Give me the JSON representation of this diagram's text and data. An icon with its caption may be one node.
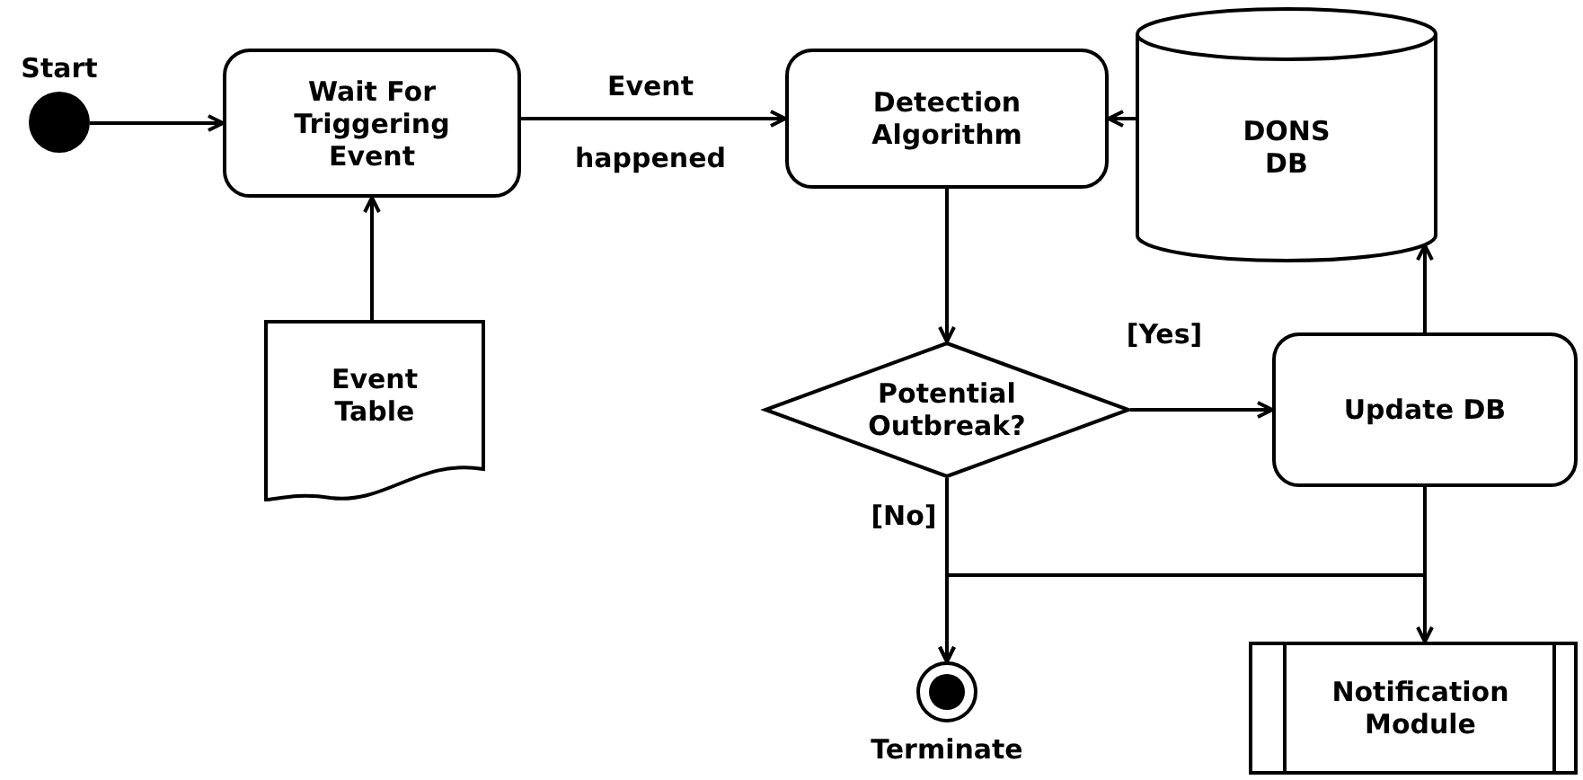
{
  "diagram": {
    "nodes": [
      {
        "text": [],
        "shape": "circle",
        "beside": [
          "Start"
        ]
      },
      {
        "text": [
          "Wait For Triggering Event"
        ]
      },
      {
        "text": [
          "Event Table"
        ]
      },
      {
        "text": [
          "Detection Algorithm"
        ]
      },
      {
        "text": [
          "DONS DB"
        ]
      },
      {
        "text": [
          "Potential Outbreak?"
        ]
      },
      {
        "text": [
          "Update DB"
        ]
      },
      {
        "text": [],
        "shape": "circle",
        "beside": [
          "Terminate"
        ]
      },
      {
        "text": [
          "Notification Module"
        ]
      }
    ],
    "edges": [
      {
        "from": 0,
        "to": 1,
        "arrow": "to"
      },
      {
        "from": 1,
        "to": 3,
        "arrow": "to",
        "label": "Event happened"
      },
      {
        "from": 2,
        "to": 1,
        "arrow": "to"
      },
      {
        "from": 4,
        "to": 3,
        "arrow": "to"
      },
      {
        "from": 3,
        "to": 5,
        "arrow": "to"
      },
      {
        "from": 5,
        "to": 6,
        "arrow": "to",
        "label": "[Yes]"
      },
      {
        "from": 6,
        "to": 4,
        "arrow": "to"
      },
      {
        "from": 5,
        "to": 7,
        "arrow": "to",
        "label": "[No]"
      },
      {
        "from": 6,
        "to": 8,
        "arrow": "to"
      },
      {
        "from": 6,
        "to": 7,
        "arrow": "to"
      }
    ]
  }
}
